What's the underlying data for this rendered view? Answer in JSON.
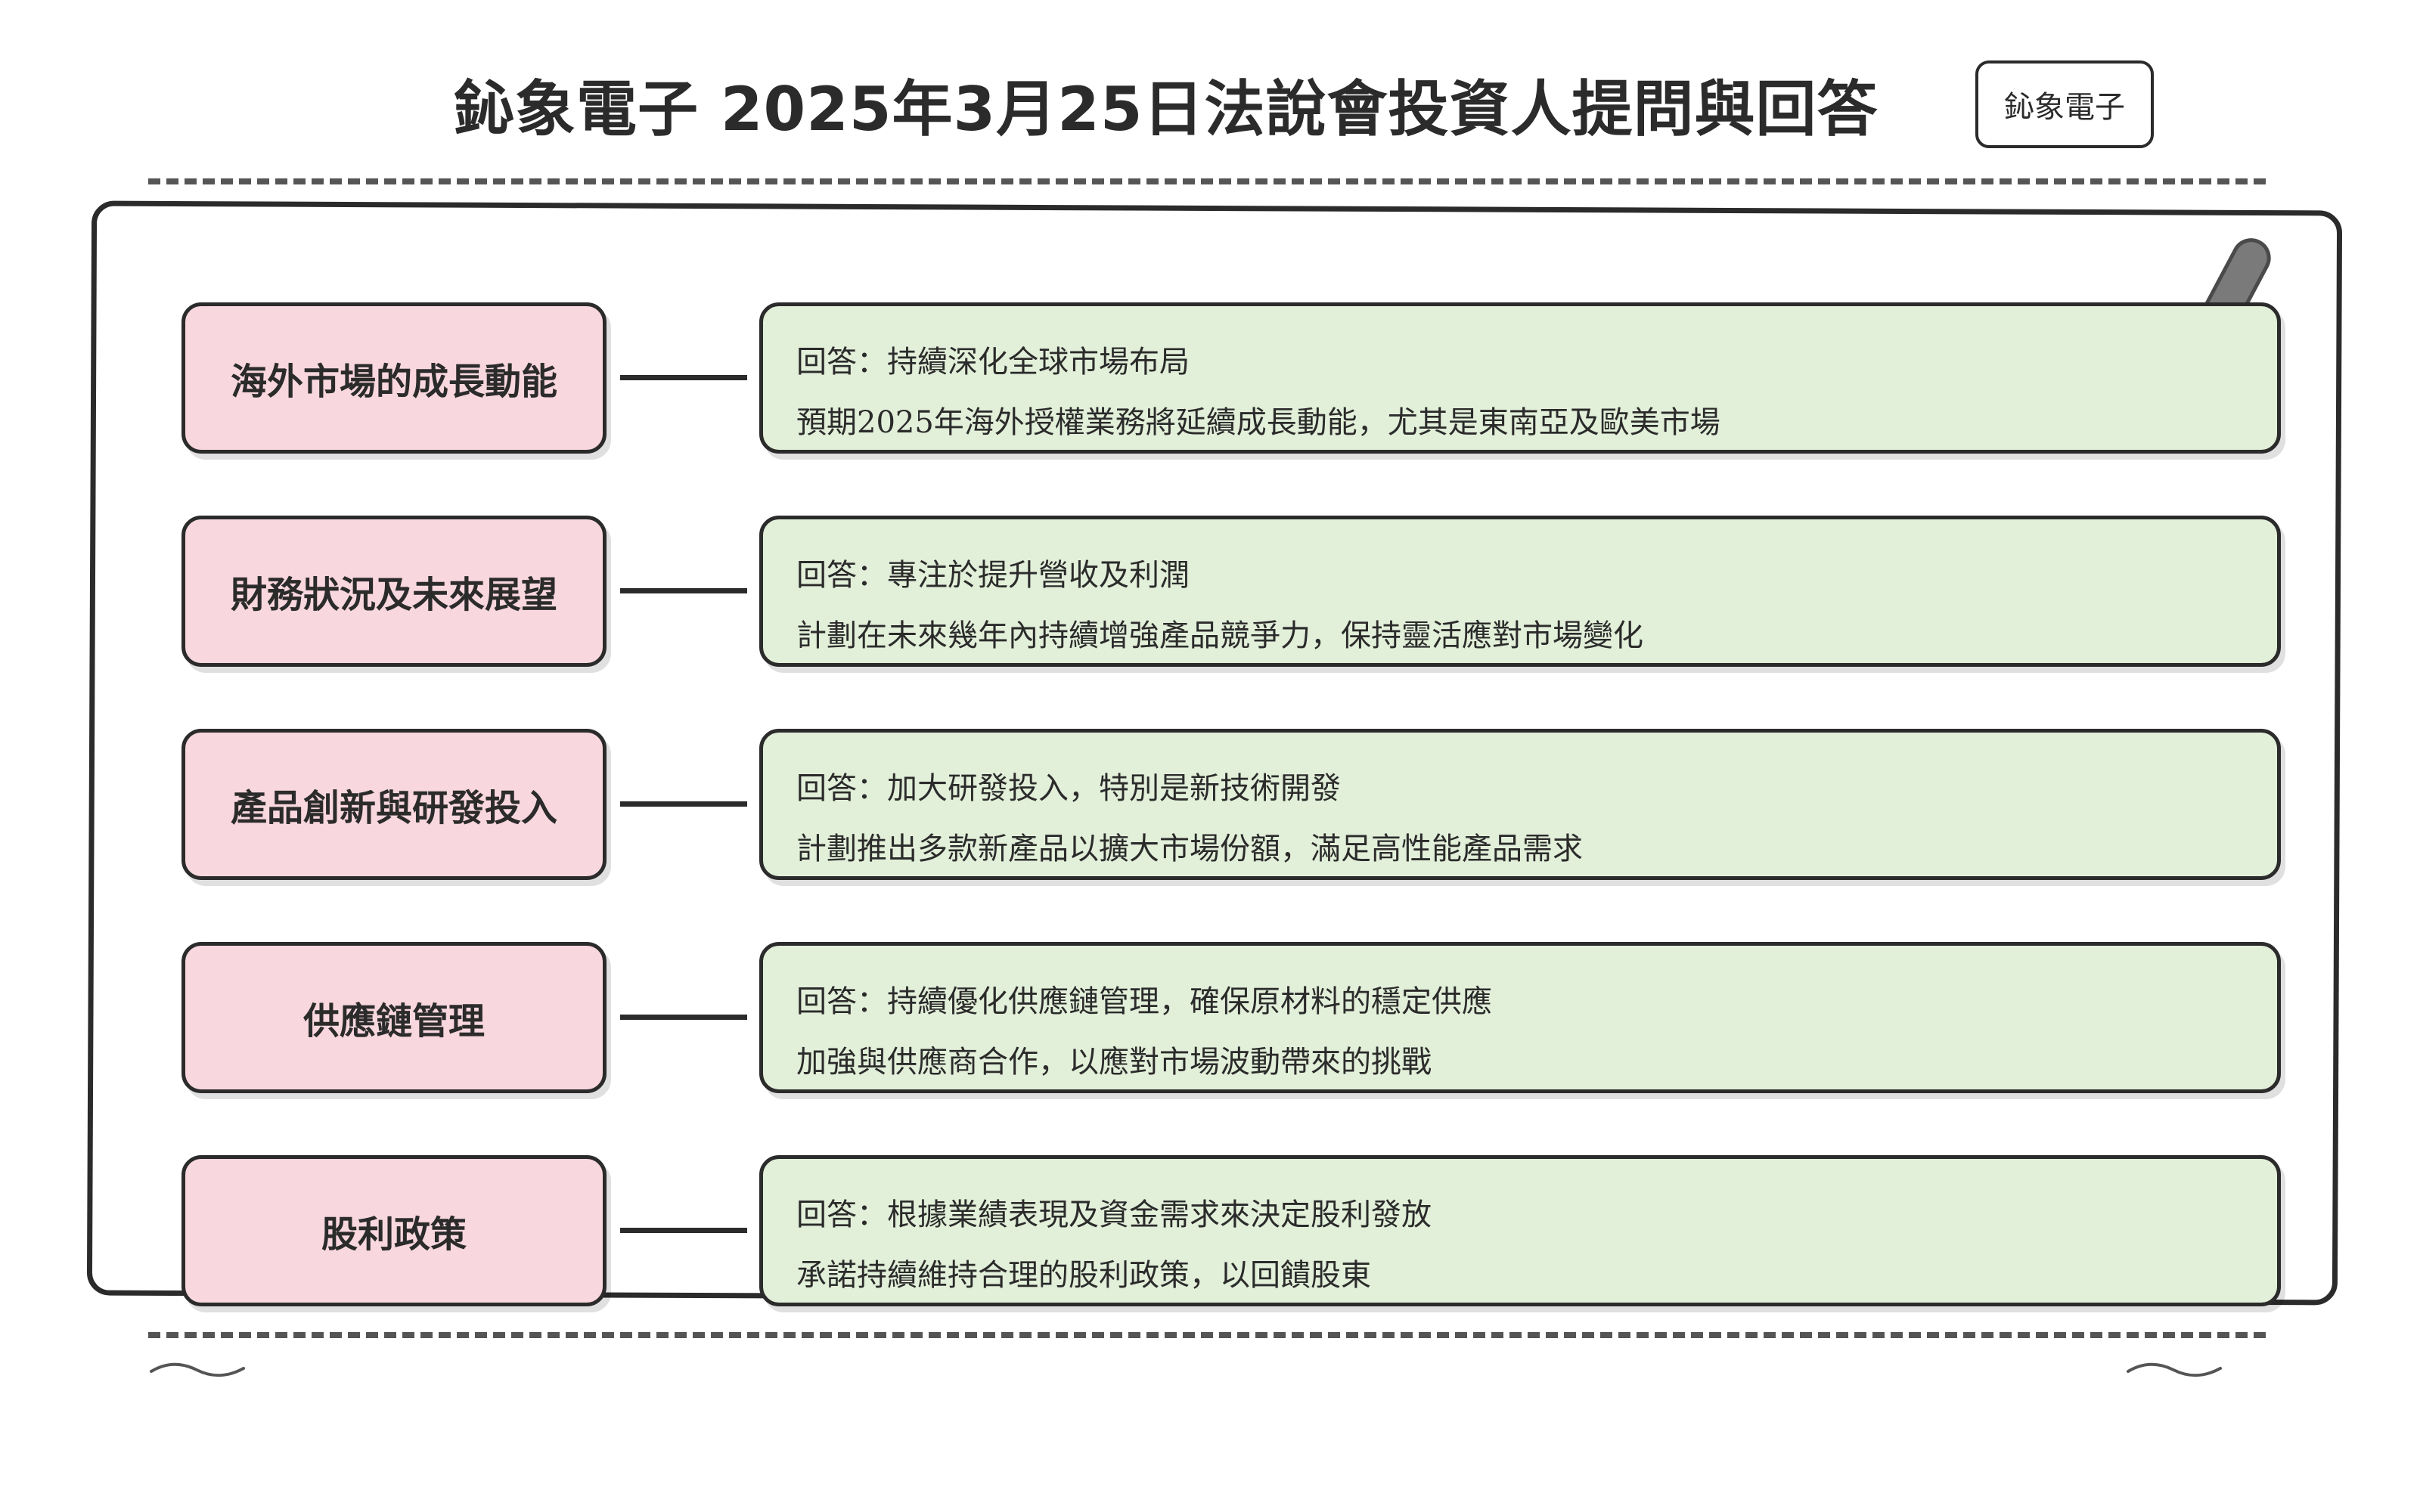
{
  "title": "鈊象電子 2025年3月25日法說會投資人提問與回答",
  "badge": "鈊象電子",
  "items": [
    {
      "question": "海外市場的成長動能",
      "answer_line1": "回答：持續深化全球市場布局",
      "answer_line2": "預期2025年海外授權業務將延續成長動能，尤其是東南亞及歐美市場"
    },
    {
      "question": "財務狀況及未來展望",
      "answer_line1": "回答：專注於提升營收及利潤",
      "answer_line2": "計劃在未來幾年內持續增強產品競爭力，保持靈活應對市場變化"
    },
    {
      "question": "產品創新與研發投入",
      "answer_line1": "回答：加大研發投入，特別是新技術開發",
      "answer_line2": "計劃推出多款新產品以擴大市場份額，滿足高性能產品需求"
    },
    {
      "question": "供應鏈管理",
      "answer_line1": "回答：持續優化供應鏈管理，確保原材料的穩定供應",
      "answer_line2": "加強與供應商合作，以應對市場波動帶來的挑戰"
    },
    {
      "question": "股利政策",
      "answer_line1": "回答：根據業績表現及資金需求來決定股利發放",
      "answer_line2": "承諾持續維持合理的股利政策，以回饋股東"
    }
  ],
  "colors": {
    "question_fill": "#f8d7de",
    "answer_fill": "#e2efd9",
    "outline": "#2b2b2b"
  }
}
